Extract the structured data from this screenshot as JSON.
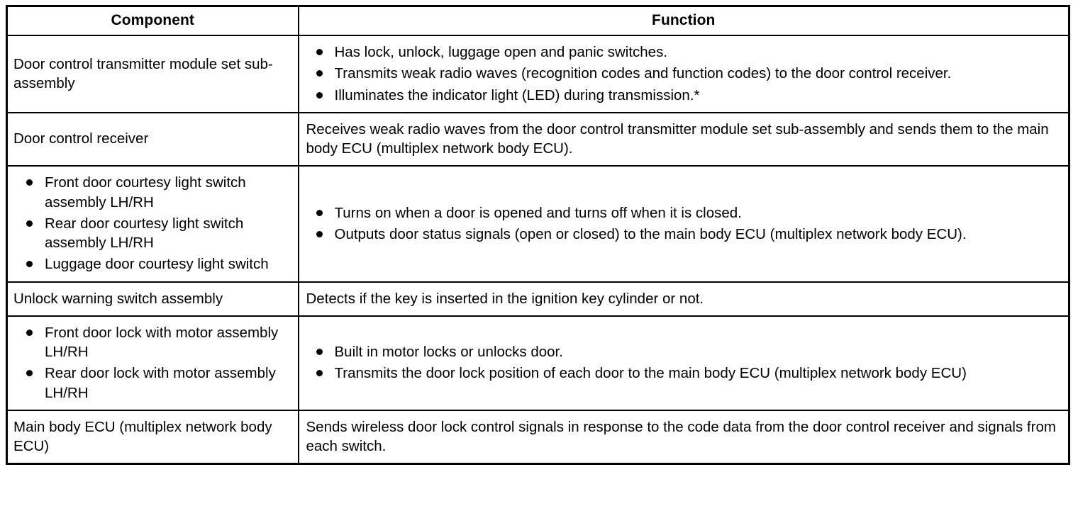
{
  "table": {
    "headers": {
      "component": "Component",
      "function": "Function"
    },
    "rows": [
      {
        "component_text": "Door control transmitter module set sub-assembly",
        "component_items": [],
        "function_text": "",
        "function_items": [
          "Has lock, unlock, luggage open and panic switches.",
          "Transmits weak radio waves (recognition codes and function codes) to the door control receiver.",
          "Illuminates the indicator light (LED) during transmission.*"
        ]
      },
      {
        "component_text": "Door control receiver",
        "component_items": [],
        "function_text": "Receives weak radio waves from the door control transmitter module set sub-assembly and sends them to the main body ECU (multiplex network body ECU).",
        "function_items": []
      },
      {
        "component_text": "",
        "component_items": [
          "Front door courtesy light switch assembly LH/RH",
          "Rear door courtesy light switch assembly LH/RH",
          "Luggage door courtesy light switch"
        ],
        "function_text": "",
        "function_items": [
          "Turns on when a door is opened and turns off when it is closed.",
          "Outputs door status signals (open or closed) to the main body ECU (multiplex network body ECU)."
        ]
      },
      {
        "component_text": "Unlock warning switch assembly",
        "component_items": [],
        "function_text": "Detects if the key is inserted in the ignition key cylinder or not.",
        "function_items": []
      },
      {
        "component_text": "",
        "component_items": [
          "Front door lock with motor assembly LH/RH",
          "Rear door lock with motor assembly LH/RH"
        ],
        "function_text": "",
        "function_items": [
          "Built in motor locks or unlocks door.",
          "Transmits the door lock position of each door to the main body ECU (multiplex network body ECU)"
        ]
      },
      {
        "component_text": "Main body ECU (multiplex network body ECU)",
        "component_items": [],
        "function_text": "Sends wireless door lock control signals in response to the code data from the door control receiver and signals from each switch.",
        "function_items": []
      }
    ]
  },
  "colors": {
    "border": "#000000",
    "text": "#000000",
    "background": "#ffffff"
  }
}
